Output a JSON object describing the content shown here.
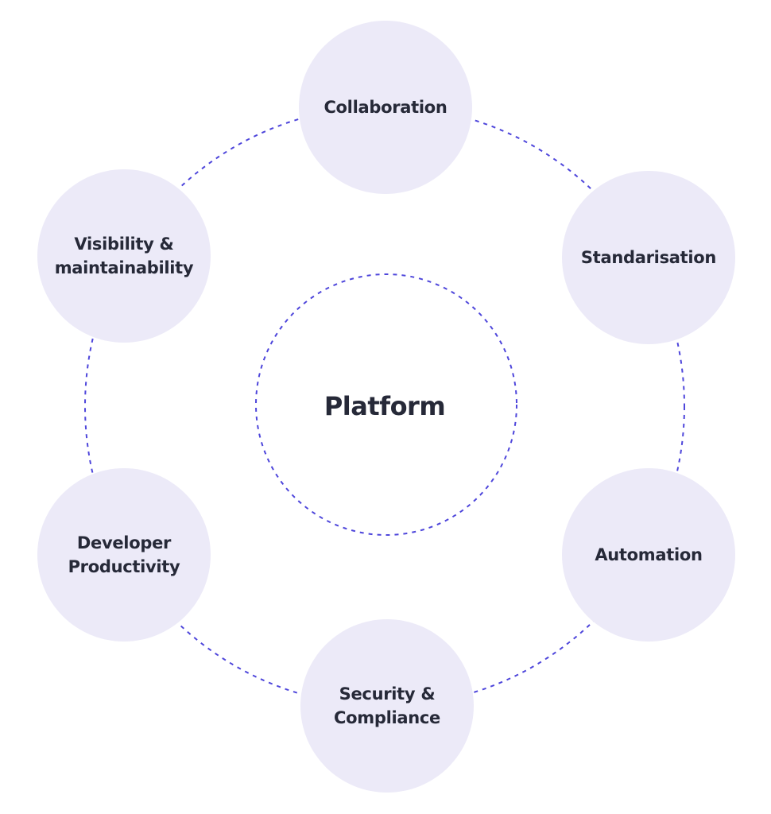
{
  "diagram": {
    "center": {
      "label": "Platform"
    },
    "nodes": [
      {
        "id": "collaboration",
        "label": "Collaboration"
      },
      {
        "id": "standarisation",
        "label": "Standarisation"
      },
      {
        "id": "automation",
        "label": "Automation"
      },
      {
        "id": "security-compliance",
        "label": "Security & Compliance"
      },
      {
        "id": "developer-productivity",
        "label": "Developer Productivity"
      },
      {
        "id": "visibility-maintainability",
        "label": "Visibility & maintainability"
      }
    ],
    "colors": {
      "background": "#FFFFFF",
      "node_fill": "#ECEAF8",
      "text": "#262938",
      "dashed_stroke": "#4E46DB"
    }
  }
}
